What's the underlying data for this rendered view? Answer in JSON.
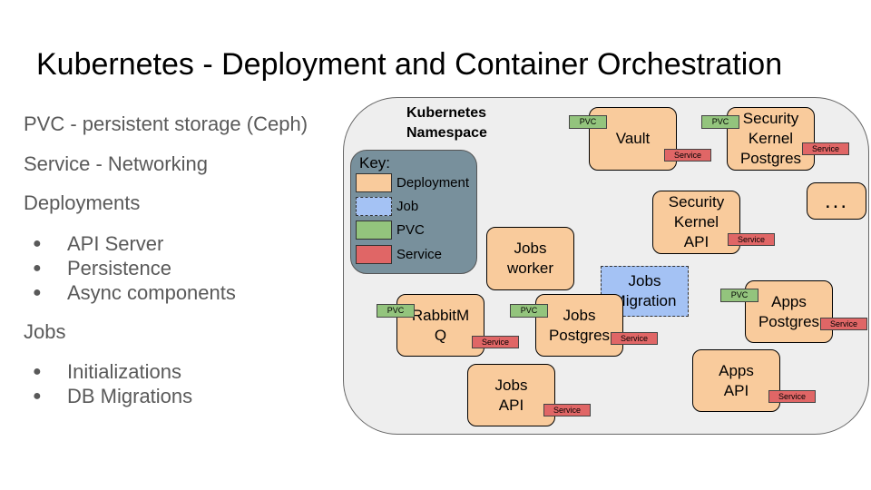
{
  "title": "Kubernetes - Deployment and Container Orchestration",
  "left": {
    "pvc_line": "PVC - persistent storage (Ceph)",
    "service_line": "Service - Networking",
    "deployments_heading": "Deployments",
    "deployments": [
      "API Server",
      "Persistence",
      "Async components"
    ],
    "jobs_heading": "Jobs",
    "jobs": [
      "Initializations",
      "DB Migrations"
    ],
    "bullet_symbol": "●"
  },
  "diagram": {
    "namespace_label": "Kubernetes\nNamespace",
    "key": {
      "title": "Key:",
      "deployment": "Deployment",
      "job": "Job",
      "pvc": "PVC",
      "service": "Service"
    },
    "tags": {
      "pvc": "PVC",
      "service": "Service"
    },
    "nodes": {
      "vault": "Vault",
      "security_kernel_postgres": "Security\nKernel\nPostgres",
      "security_kernel_api": "Security\nKernel\nAPI",
      "more": "...",
      "jobs_worker": "Jobs\nworker",
      "jobs_migration": "Jobs\nMigration",
      "rabbitmq": "RabbitM\nQ",
      "jobs_postgres": "Jobs\nPostgres",
      "apps_postgres": "Apps\nPostgres",
      "jobs_api": "Jobs\nAPI",
      "apps_api": "Apps\nAPI"
    },
    "colors": {
      "deployment": "#f9cb9c",
      "job": "#a4c2f4",
      "pvc": "#93c47d",
      "service": "#e06666",
      "key_bg": "#78909c",
      "namespace_bg": "#eeeeee"
    }
  }
}
